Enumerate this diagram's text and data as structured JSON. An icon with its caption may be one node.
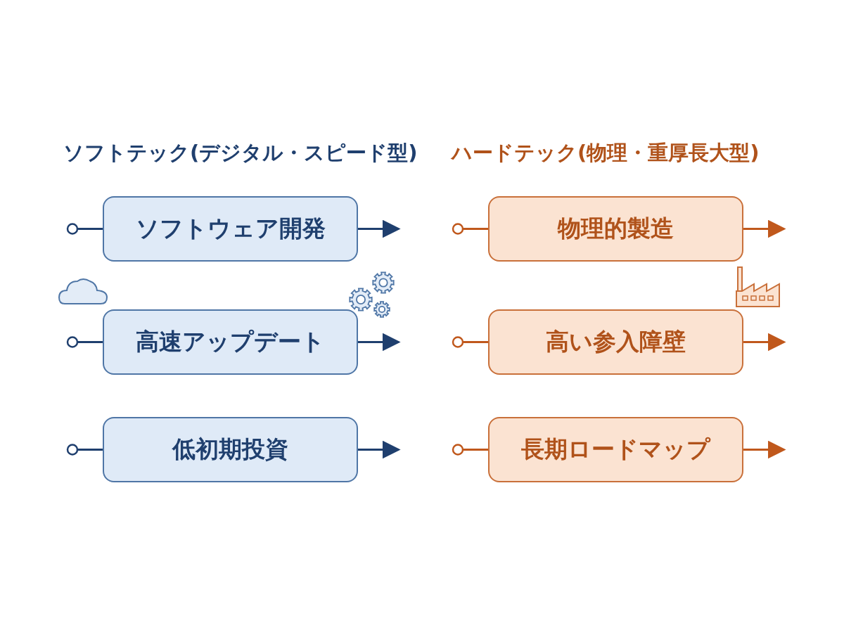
{
  "diagram": {
    "nodes": [
      {
        "text": [
          "ソフトウェア開発"
        ]
      },
      {
        "text": [
          "高速アップデート"
        ]
      },
      {
        "text": [
          "低初期投資"
        ]
      },
      {
        "text": [
          "物理的製造"
        ]
      },
      {
        "text": [
          "高い参入障壁"
        ]
      },
      {
        "text": [
          "長期ロードマップ"
        ]
      }
    ],
    "edges": [
      {
        "from": null,
        "to": 0,
        "arrow": "other",
        "color": "#1f3f6e"
      },
      {
        "from": 0,
        "to": null,
        "arrow": "to",
        "color": "#1f3f6e"
      },
      {
        "from": null,
        "to": 1,
        "arrow": "other",
        "color": "#1f3f6e"
      },
      {
        "from": 1,
        "to": null,
        "arrow": "to",
        "color": "#1f3f6e"
      },
      {
        "from": null,
        "to": 2,
        "arrow": "other",
        "color": "#1f3f6e"
      },
      {
        "from": 2,
        "to": null,
        "arrow": "to",
        "color": "#1f3f6e"
      },
      {
        "from": null,
        "to": 3,
        "arrow": "other",
        "color": "#c0581c"
      },
      {
        "from": 3,
        "to": null,
        "arrow": "to",
        "color": "#c0581c"
      },
      {
        "from": null,
        "to": 4,
        "arrow": "other",
        "color": "#c0581c"
      },
      {
        "from": 4,
        "to": null,
        "arrow": "to",
        "color": "#c0581c"
      },
      {
        "from": null,
        "to": 5,
        "arrow": "other",
        "color": "#c0581c"
      },
      {
        "from": 5,
        "to": null,
        "arrow": "to",
        "color": "#c0581c"
      }
    ],
    "labels": [
      "ソフトテック(デジタル・スピード型)",
      "ハードテック(物理・重厚長大型)"
    ]
  }
}
